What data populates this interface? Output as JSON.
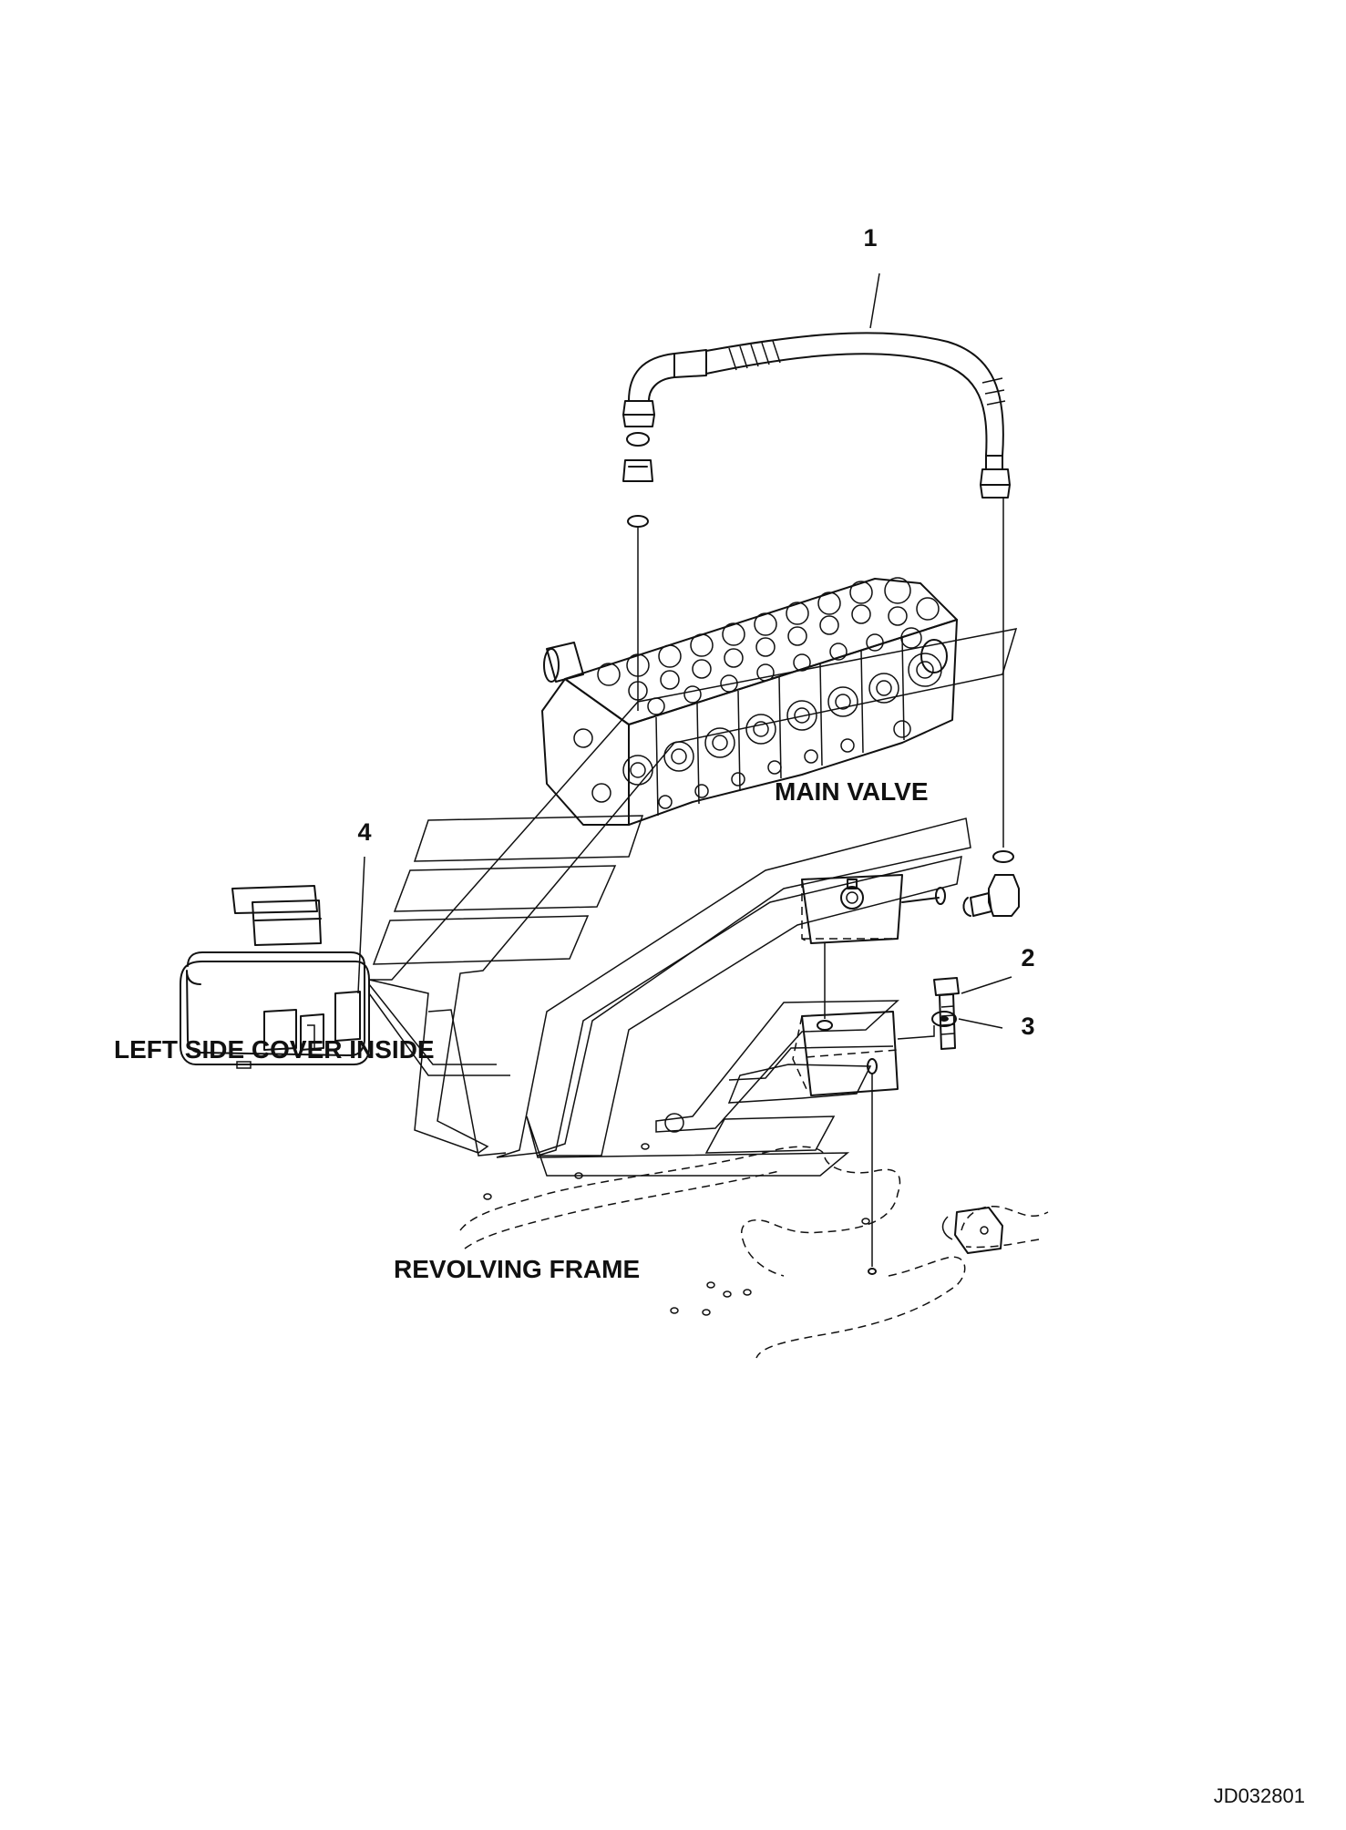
{
  "callouts": {
    "item_1": "1",
    "item_2": "2",
    "item_3": "3",
    "item_4": "4"
  },
  "labels": {
    "main_valve": "MAIN VALVE",
    "left_side_cover_inside": "LEFT SIDE COVER INSIDE",
    "revolving_frame": "REVOLVING FRAME"
  },
  "drawing_code": "JD032801"
}
